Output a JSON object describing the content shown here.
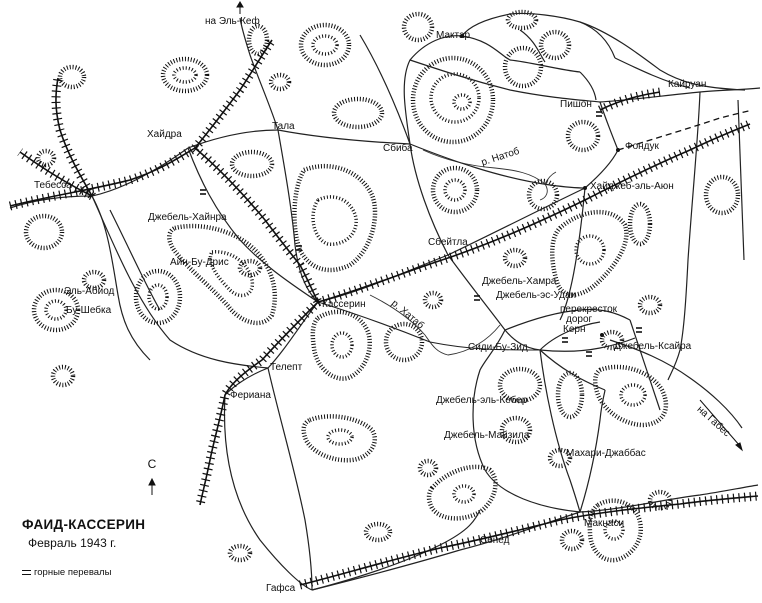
{
  "title": "ФАИД-КАССЕРИН",
  "subtitle": "Февраль 1943 г.",
  "legend": {
    "pass_label": "горные перевалы"
  },
  "north_label": "С",
  "directions": {
    "el_kef": "на Эль-Кеф",
    "gabes": "на Габес"
  },
  "places": {
    "el_kef_dir": "на Эль-Кеф",
    "maktar": "Мактар",
    "kairouan": "Кайруан",
    "pishon": "Пишон",
    "fonduk": "Фондук",
    "haidra": "Хайдра",
    "tala": "Тала",
    "sbiba": "Сбиба",
    "river_natob": "р. Натоб",
    "tebessa": "Тебесса",
    "hajeb_el_aioun": "Хайджеб-эль-Аюн",
    "jebel_hainra": "Джебель-Хайнра",
    "sbeitla": "Сбейтла",
    "ain_bu_dries": "Айн-Бу-Дрис",
    "jebel_hamra": "Джебель-Хамра",
    "el_abiod": "Эль-Абиод",
    "jebel_es_udai": "Джебель-эс-Удаи",
    "bu_shebka": "Бу-Шебка",
    "kasserine": "Кассерин",
    "river_hatab": "р. Хатаб",
    "crossroads": "перекресток",
    "roads": "дорог",
    "kern": "Керн",
    "sidi_bu_zid": "Сиди-Бу-Зид",
    "jebel_ksaira": "Джебель-Ксайра",
    "telept": "Телепт",
    "feriana": "Фериана",
    "jebel_el_kebir": "Джебель-эль-Кебер",
    "gabes_dir": "на Габес",
    "jebel_maizila": "Джебель-Майзила",
    "mahari_jabbas": "Махари-Джаббас",
    "maknasi": "Макнаси",
    "sened": "Сенед",
    "gafsa": "Гафса"
  }
}
